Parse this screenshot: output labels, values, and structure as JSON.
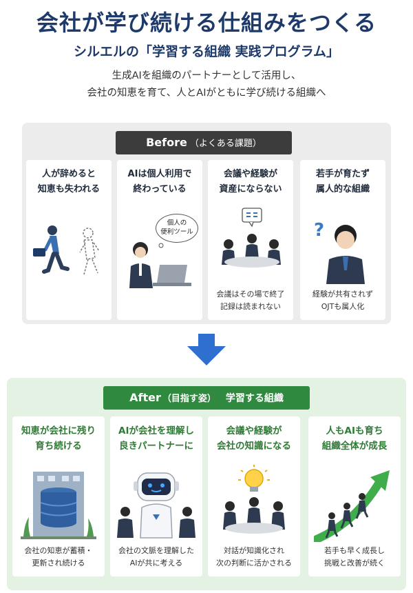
{
  "header": {
    "title": "会社が学び続ける仕組みをつくる",
    "subtitle": "シルエルの「学習する組織 実践プログラム」",
    "description": [
      "生成AIを組織のパートナーとして活用し、",
      "会社の知恵を育て、人とAIがともに学び続ける組織へ"
    ]
  },
  "before": {
    "label": "Before",
    "label_sub": "（よくある課題）",
    "cards": [
      {
        "title": [
          "人が辞めると",
          "知恵も失われる"
        ],
        "caption": []
      },
      {
        "title": [
          "AIは個人利用で",
          "終わっている"
        ],
        "caption": [],
        "bubble": [
          "個人の",
          "便利ツール"
        ]
      },
      {
        "title": [
          "会議や経験が",
          "資産にならない"
        ],
        "caption": [
          "会議はその場で終了",
          "記録は読まれない"
        ]
      },
      {
        "title": [
          "若手が育たず",
          "属人的な組織"
        ],
        "caption": [
          "経験が共有されず",
          "OJTも属人化"
        ]
      }
    ]
  },
  "after": {
    "label": "After",
    "label_sub": "（目指す姿）",
    "label_aim": "学習する組織",
    "cards": [
      {
        "title": [
          "知恵が会社に残り",
          "育ち続ける"
        ],
        "caption": [
          "会社の知恵が蓄積・",
          "更新され続ける"
        ]
      },
      {
        "title": [
          "AIが会社を理解し",
          "良きパートナーに"
        ],
        "caption": [
          "会社の文脈を理解した",
          "AIが共に考える"
        ]
      },
      {
        "title": [
          "会議や経験が",
          "会社の知識になる"
        ],
        "caption": [
          "対話が知識化され",
          "次の判断に活かされる"
        ]
      },
      {
        "title": [
          "人もAIも育ち",
          "組織全体が成長"
        ],
        "caption": [
          "若手も早く成長し",
          "挑戦と改善が続く"
        ]
      }
    ]
  },
  "colors": {
    "title": "#1d3a6b",
    "before_header": "#3c3c3c",
    "after_header": "#2f8a3f",
    "after_title": "#2f7a35",
    "arrow": "#2f6fd0"
  }
}
